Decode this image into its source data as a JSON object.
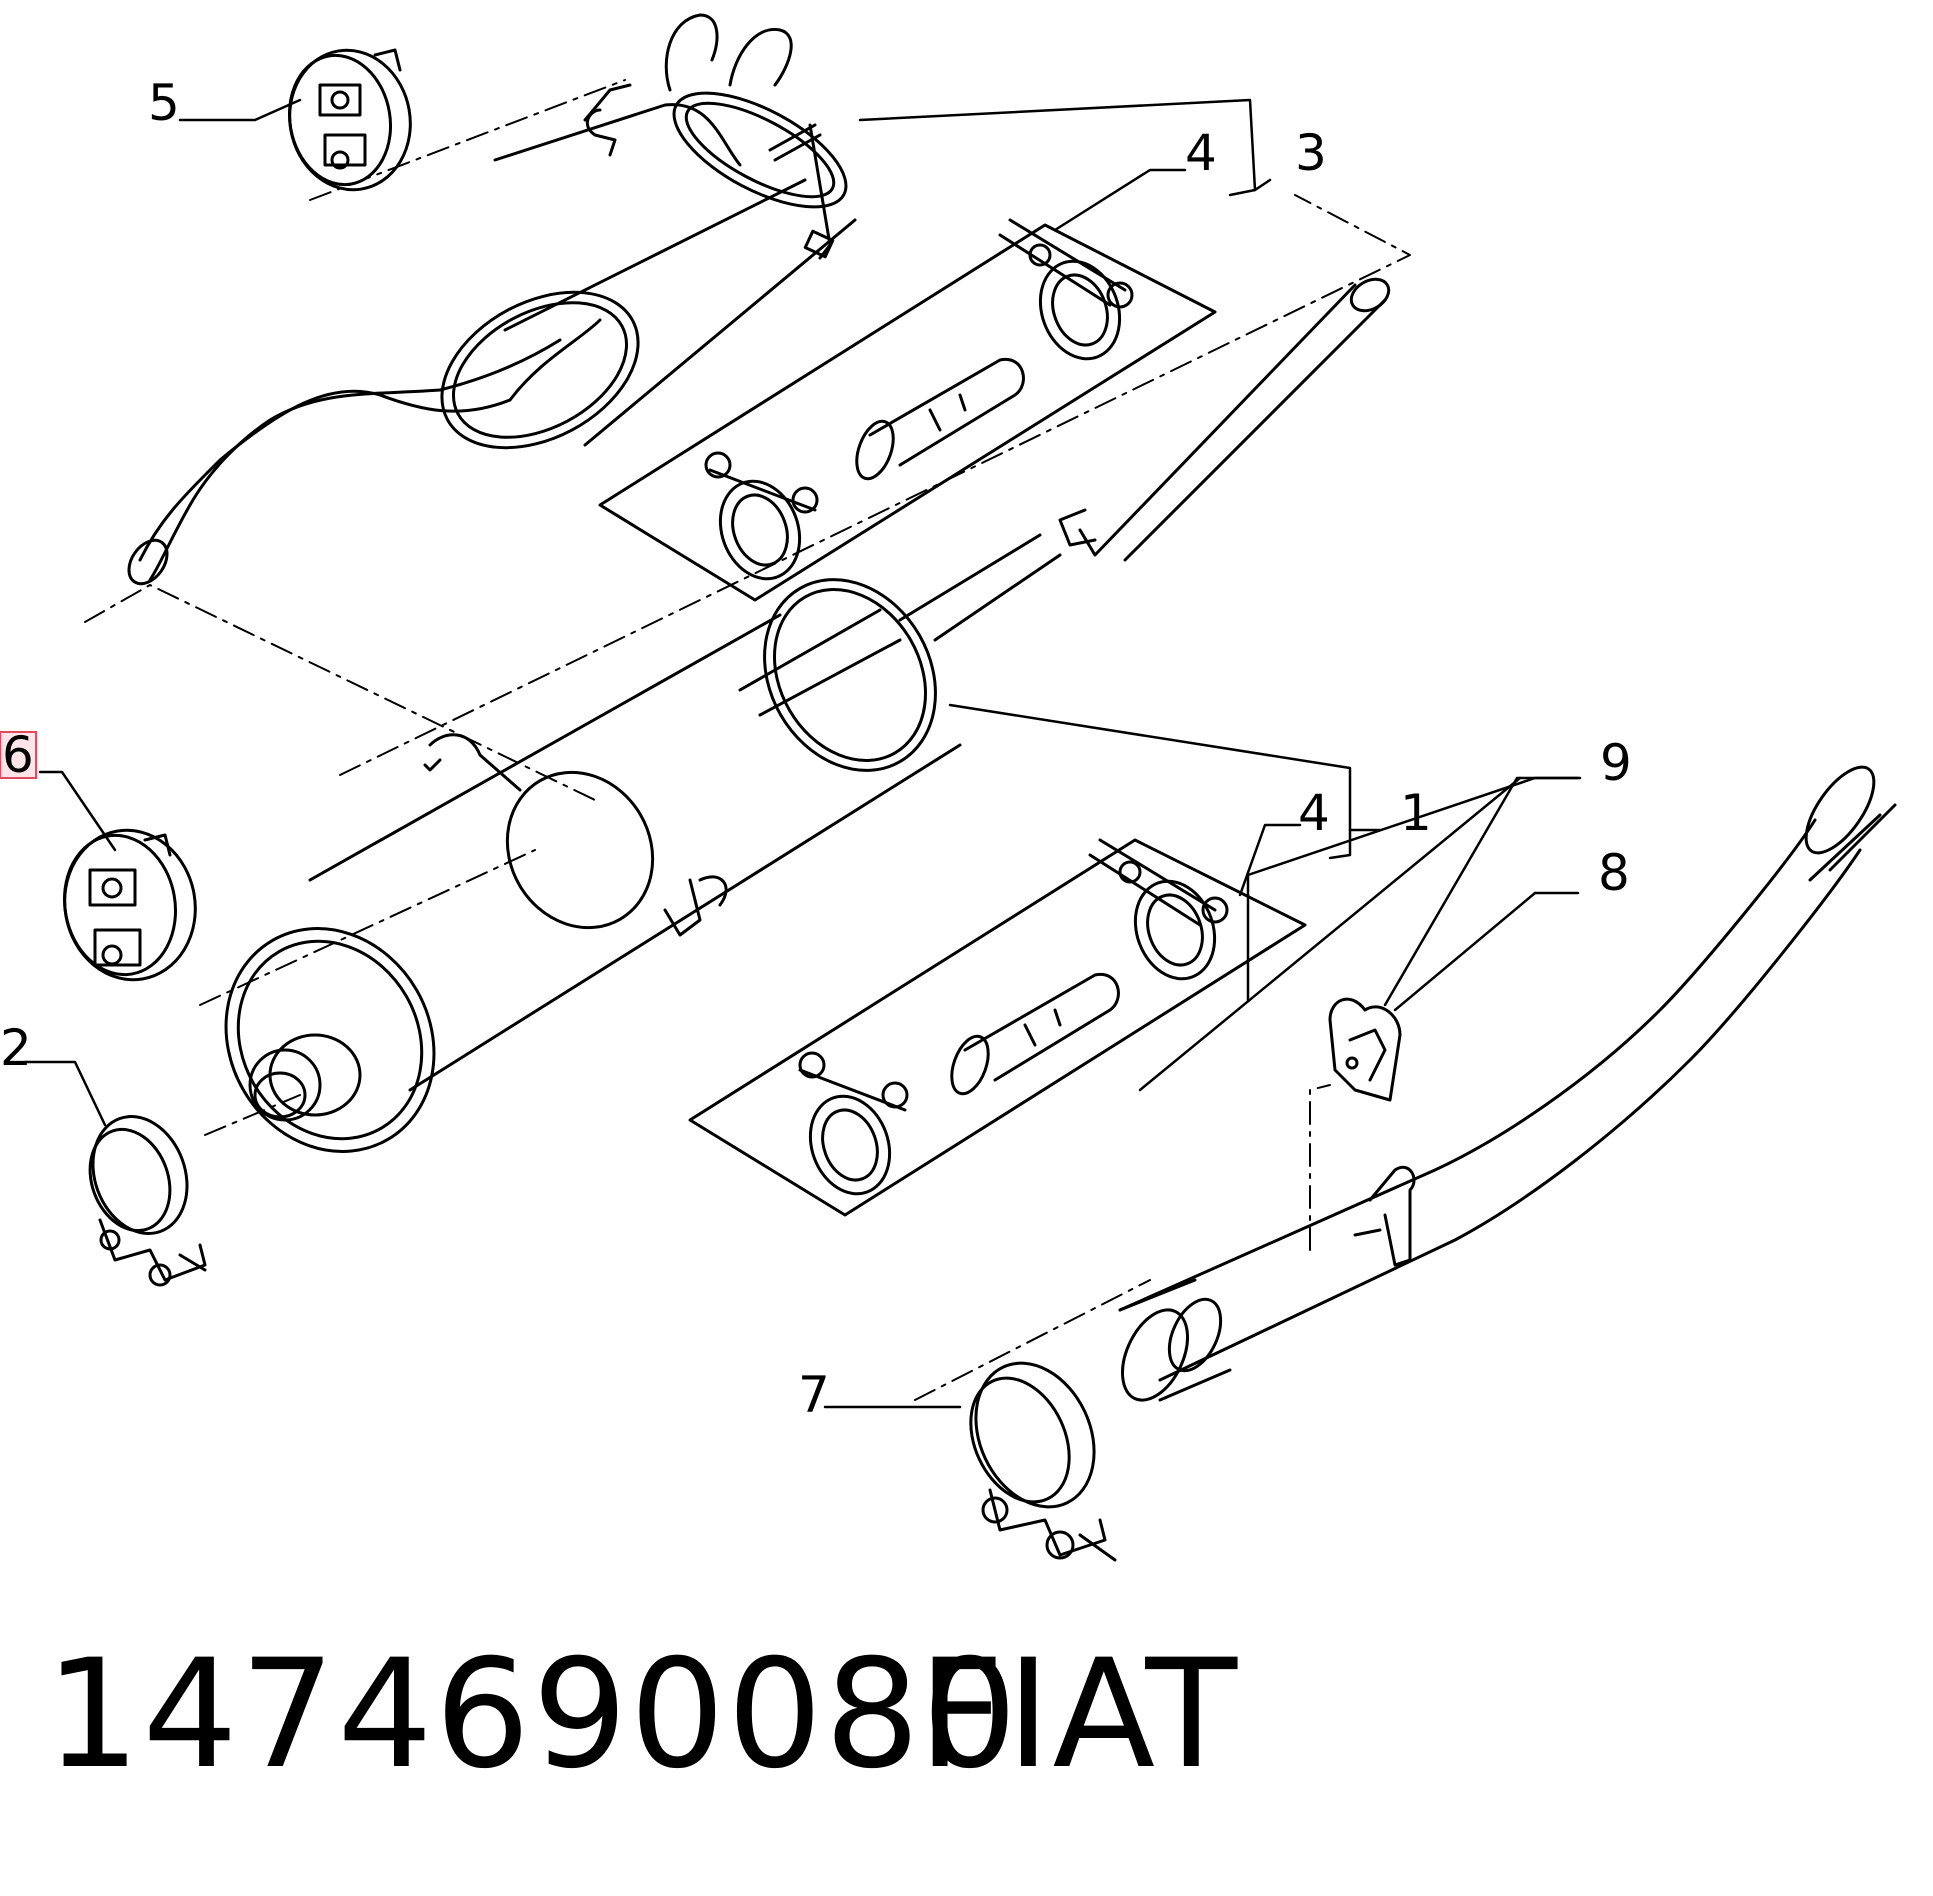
{
  "callouts": [
    {
      "id": "1",
      "text": "1"
    },
    {
      "id": "2",
      "text": "2"
    },
    {
      "id": "3",
      "text": "3"
    },
    {
      "id": "4a",
      "text": "4"
    },
    {
      "id": "4b",
      "text": "4"
    },
    {
      "id": "5",
      "text": "5"
    },
    {
      "id": "6",
      "text": "6"
    },
    {
      "id": "7",
      "text": "7"
    },
    {
      "id": "8",
      "text": "8"
    },
    {
      "id": "9",
      "text": "9"
    }
  ],
  "footer": {
    "part_number": "1474690080",
    "brand": "FIAT"
  },
  "highlighted_callout": "6",
  "colors": {
    "line": "#000000",
    "highlight_fill": "#ffe4ea",
    "highlight_stroke": "#e04a5f"
  }
}
